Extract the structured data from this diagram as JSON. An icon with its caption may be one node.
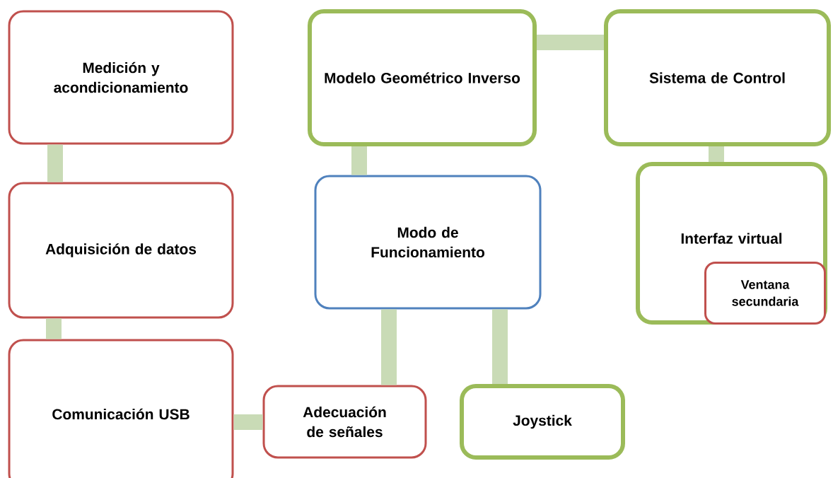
{
  "diagram": {
    "nodes": [
      {
        "text": [
          "Medición y acondicionamiento"
        ]
      },
      {
        "text": [
          "Adquisición de datos"
        ]
      },
      {
        "text": [
          "Comunicación USB"
        ]
      },
      {
        "text": [
          "Adecuación de señales"
        ]
      },
      {
        "text": [
          "Modelo Geométrico Inverso"
        ]
      },
      {
        "text": [
          "Sistema de Control"
        ]
      },
      {
        "text": [
          "Modo de Funcionamiento"
        ]
      },
      {
        "text": [
          "Interfaz virtual"
        ]
      },
      {
        "text": [
          "Ventana secundaria"
        ],
        "in": 7
      },
      {
        "text": [
          "Joystick"
        ]
      }
    ],
    "edges": [
      {
        "from": 0,
        "to": 1,
        "arrow": "none"
      },
      {
        "from": 1,
        "to": 2,
        "arrow": "none"
      },
      {
        "from": 2,
        "to": 3,
        "arrow": "none"
      },
      {
        "from": 4,
        "to": 5,
        "arrow": "none"
      },
      {
        "from": 4,
        "to": 6,
        "arrow": "none"
      },
      {
        "from": 6,
        "to": 3,
        "arrow": "none"
      },
      {
        "from": 6,
        "to": 9,
        "arrow": "none"
      },
      {
        "from": 5,
        "to": 7,
        "arrow": "none"
      }
    ]
  }
}
